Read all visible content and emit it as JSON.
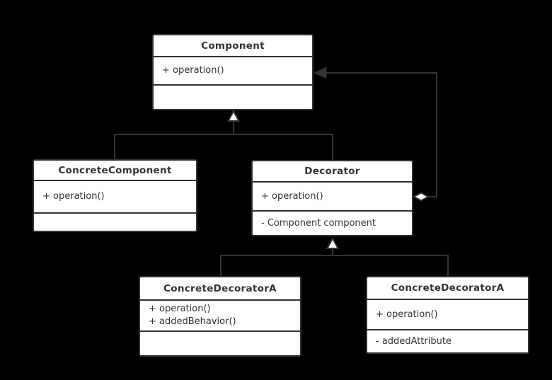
{
  "diagram": {
    "kind": "uml-class-diagram",
    "pattern": "Decorator",
    "colors": {
      "background": "#000000",
      "box_fill": "#ffffff",
      "line": "#333333",
      "text": "#333333"
    },
    "classes": {
      "component": {
        "name": "Component",
        "operations": [
          "+ operation()"
        ],
        "attributes": []
      },
      "concrete_component": {
        "name": "ConcreteComponent",
        "operations": [
          "+ operation()"
        ],
        "attributes": []
      },
      "decorator": {
        "name": "Decorator",
        "operations": [
          "+ operation()"
        ],
        "attributes": [
          "- Component component"
        ]
      },
      "concrete_decorator_a_left": {
        "name": "ConcreteDecoratorA",
        "operations": [
          "+ operation()",
          "+ addedBehavior()"
        ],
        "attributes": []
      },
      "concrete_decorator_a_right": {
        "name": "ConcreteDecoratorA",
        "operations": [
          "+ operation()"
        ],
        "attributes": [
          "- addedAttribute"
        ]
      }
    },
    "relationships": [
      {
        "type": "inheritance",
        "from": "ConcreteComponent",
        "to": "Component"
      },
      {
        "type": "inheritance",
        "from": "Decorator",
        "to": "Component"
      },
      {
        "type": "inheritance",
        "from": "ConcreteDecoratorA (left)",
        "to": "Decorator"
      },
      {
        "type": "inheritance",
        "from": "ConcreteDecoratorA (right)",
        "to": "Decorator"
      },
      {
        "type": "aggregation",
        "from": "Decorator",
        "to": "Component",
        "note": "open diamond at Decorator, solid arrow into Component right side"
      }
    ]
  }
}
